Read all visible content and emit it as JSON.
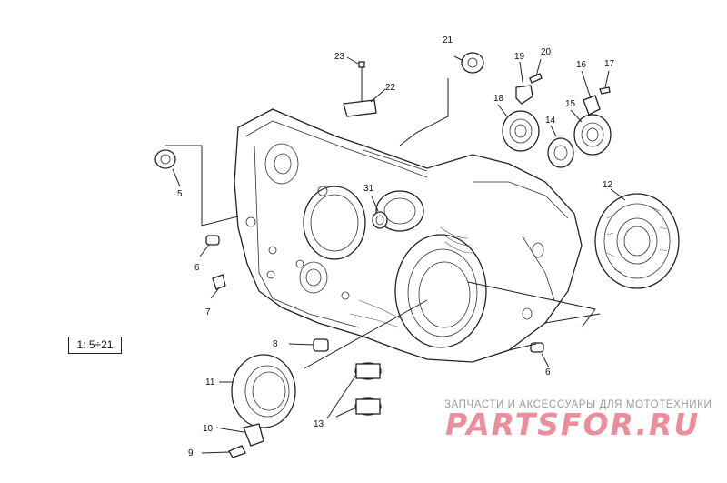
{
  "diagram": {
    "scale_label": "1: 5÷21",
    "callouts": [
      "21",
      "20",
      "19",
      "17",
      "16",
      "23",
      "22",
      "18",
      "15",
      "14",
      "12",
      "5",
      "31",
      "6",
      "7",
      "8",
      "11",
      "13",
      "10",
      "9"
    ],
    "callout_6b": "6"
  },
  "watermark": {
    "caption": "ЗАПЧАСТИ И АКСЕССУАРЫ ДЛЯ МОТОТЕХНИКИ",
    "brand": "PARTSFOR.RU"
  }
}
